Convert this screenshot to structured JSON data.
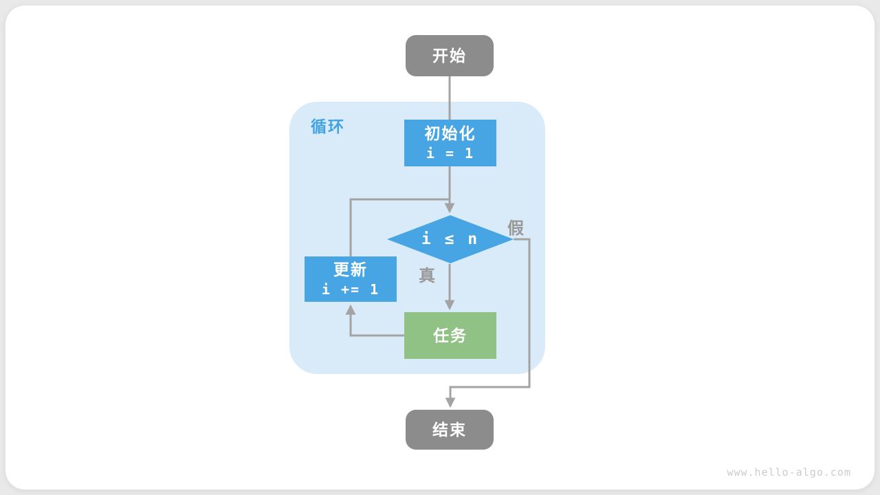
{
  "colors": {
    "page-bg": "#e9e9e9",
    "card-bg": "#ffffff",
    "node-gray": "#8c8c8c",
    "node-blue": "#47a5e4",
    "node-green": "#90c286",
    "container-bg": "#d9eaf8",
    "line": "#a3a3a3",
    "branch-label": "#999999",
    "loop-label": "#42a3e2",
    "watermark": "#cbcbcb",
    "node-text": "#ffffff"
  },
  "flowchart": {
    "start": {
      "label": "开始"
    },
    "loop_region": {
      "label": "循环"
    },
    "init": {
      "label": "初始化",
      "code": "i = 1"
    },
    "condition": {
      "code": "i ≤ n"
    },
    "branch_true": {
      "label": "真"
    },
    "branch_false": {
      "label": "假"
    },
    "task": {
      "label": "任务"
    },
    "update": {
      "label": "更新",
      "code": "i += 1"
    },
    "end": {
      "label": "结束"
    }
  },
  "watermark": "www.hello-algo.com"
}
